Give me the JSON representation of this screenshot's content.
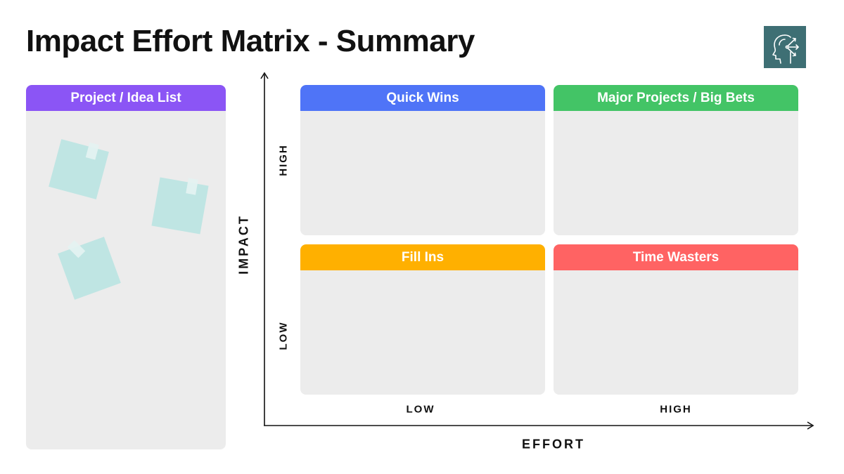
{
  "title": "Impact Effort Matrix - Summary",
  "logo": {
    "icon": "head-with-arrows-icon",
    "color": "#3e6f74"
  },
  "idea_list": {
    "label": "Project / Idea List",
    "color": "#8b55f5",
    "sticky_note_count": 3,
    "sticky_note_color": "#bfe5e3"
  },
  "quadrants": [
    {
      "label": "Quick Wins",
      "color": "#4f74f7"
    },
    {
      "label": "Major Projects / Big Bets",
      "color": "#43c466"
    },
    {
      "label": "Fill Ins",
      "color": "#ffb000"
    },
    {
      "label": "Time Wasters",
      "color": "#ff6363"
    }
  ],
  "axes": {
    "y_label": "IMPACT",
    "y_high": "HIGH",
    "y_low": "LOW",
    "x_label": "EFFORT",
    "x_low": "LOW",
    "x_high": "HIGH"
  }
}
